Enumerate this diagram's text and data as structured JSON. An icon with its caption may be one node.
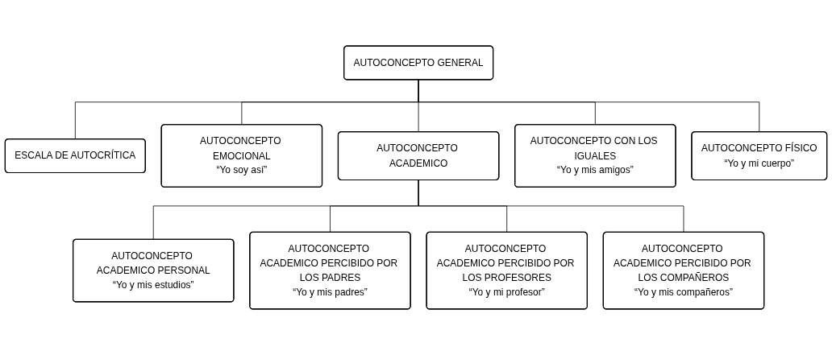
{
  "diagram": {
    "nodes": [
      {
        "text": [
          "AUTOCONCEPTO GENERAL"
        ]
      },
      {
        "text": [
          "ESCALA DE AUTOCRÍTICA"
        ]
      },
      {
        "text": [
          "AUTOCONCEPTO EMOCIONAL",
          "“Yo soy así”"
        ]
      },
      {
        "text": [
          "AUTOCONCEPTO ACADEMICO"
        ]
      },
      {
        "text": [
          "AUTOCONCEPTO CON LOS IGUALES",
          "“Yo y mis amigos”"
        ]
      },
      {
        "text": [
          "AUTOCONCEPTO FÍSICO",
          "“Yo y mi cuerpo”"
        ]
      },
      {
        "text": [
          "AUTOCONCEPTO ACADEMICO PERSONAL",
          "“Yo y mis estudios”"
        ]
      },
      {
        "text": [
          "AUTOCONCEPTO ACADEMICO PERCIBIDO POR LOS PADRES",
          "“Yo y mis padres”"
        ]
      },
      {
        "text": [
          "AUTOCONCEPTO ACADEMICO PERCIBIDO POR LOS PROFESORES",
          "“Yo y mi profesor”"
        ]
      },
      {
        "text": [
          "AUTOCONCEPTO ACADEMICO PERCIBIDO POR LOS COMPAÑEROS",
          "“Yo y mis compañeros”"
        ]
      }
    ],
    "edges": [
      {
        "from": 0,
        "to": 1,
        "arrow": "none"
      },
      {
        "from": 0,
        "to": 2,
        "arrow": "none"
      },
      {
        "from": 0,
        "to": 3,
        "arrow": "none"
      },
      {
        "from": 0,
        "to": 4,
        "arrow": "none"
      },
      {
        "from": 0,
        "to": 5,
        "arrow": "none"
      },
      {
        "from": 3,
        "to": 6,
        "arrow": "none"
      },
      {
        "from": 3,
        "to": 7,
        "arrow": "none"
      },
      {
        "from": 3,
        "to": 8,
        "arrow": "none"
      },
      {
        "from": 3,
        "to": 9,
        "arrow": "none"
      }
    ]
  }
}
